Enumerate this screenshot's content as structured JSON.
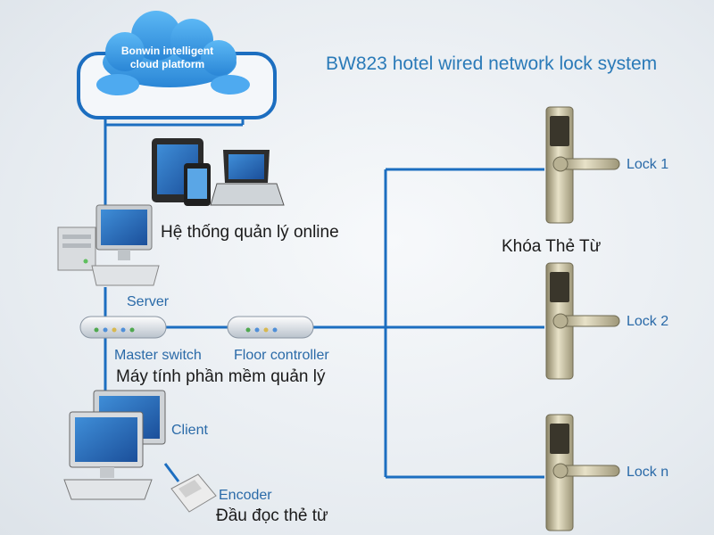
{
  "title": "BW823 hotel wired network lock system",
  "cloud": {
    "line1": "Bonwin intelligent",
    "line2": "cloud platform"
  },
  "labels": {
    "online_system": "Hệ thống quản lý online",
    "server": "Server",
    "master_switch": "Master switch",
    "floor_controller": "Floor controller",
    "software_pc": "Máy tính phần mềm quản lý",
    "client": "Client",
    "encoder": "Encoder",
    "card_reader": "Đầu đọc thẻ từ",
    "card_lock": "Khóa Thẻ Từ"
  },
  "locks": [
    {
      "label": "Lock 1"
    },
    {
      "label": "Lock 2"
    },
    {
      "label": "Lock n"
    }
  ],
  "colors": {
    "line": "#1c6ec0",
    "title": "#2a7ab8",
    "cloud": "#3a9ee8",
    "label": "#2a6aa8"
  }
}
